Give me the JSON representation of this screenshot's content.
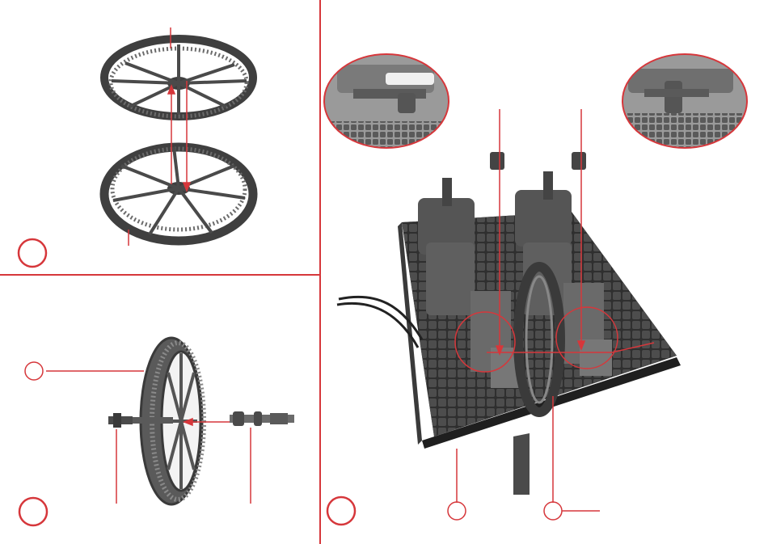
{
  "colors": {
    "accent_red": "#d6373b",
    "part_dark": "#3f3f3f",
    "part_mid": "#6b6b6b",
    "part_light": "#9a9a9a",
    "background": "#ffffff"
  },
  "steps": [
    {
      "id": "step-wheel-halves",
      "label": "",
      "description_icon": "two-gear-wheel-halves"
    },
    {
      "id": "step-axle-assembly",
      "label": "",
      "description_icon": "wheel-on-axle"
    },
    {
      "id": "step-engine-mount",
      "label": "",
      "description_icon": "twin-engine-base-plate"
    }
  ],
  "callouts": [
    {
      "id": "callout-bubble-a",
      "label": ""
    },
    {
      "id": "callout-bubble-b",
      "label": ""
    },
    {
      "id": "callout-bubble-c",
      "label": ""
    }
  ]
}
